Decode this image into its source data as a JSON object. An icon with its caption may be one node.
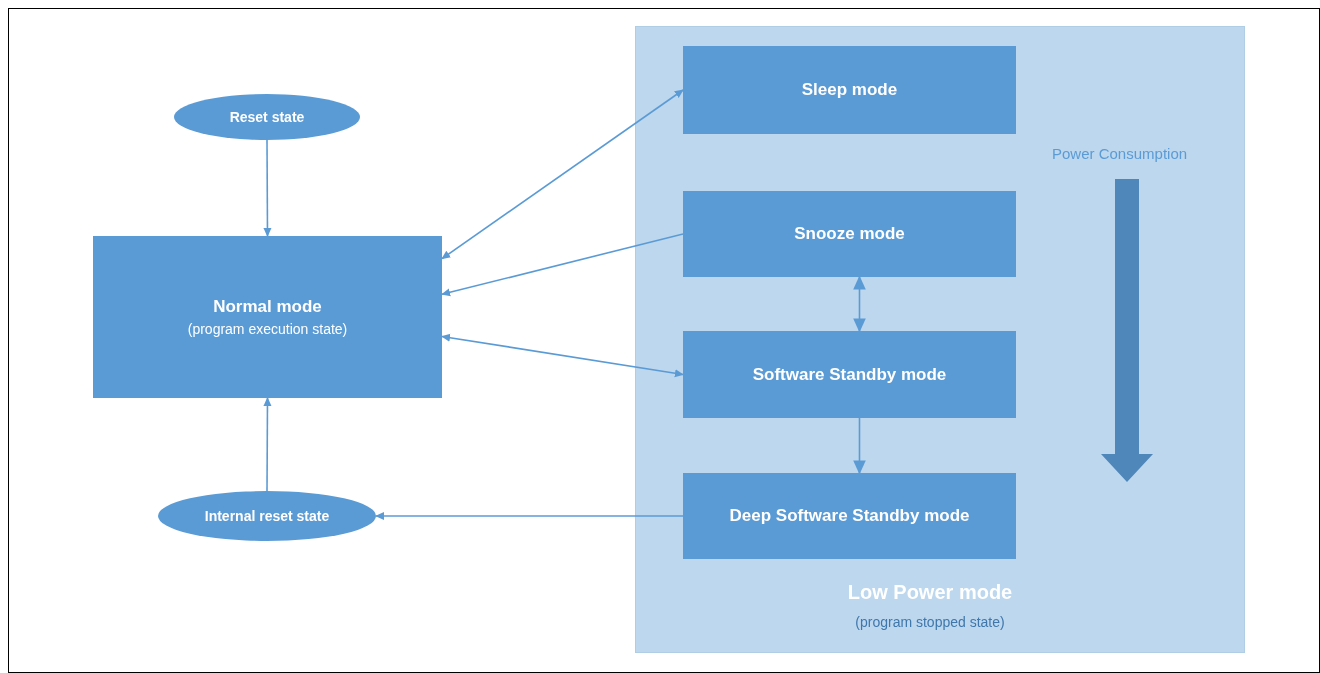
{
  "diagram": {
    "nodes": [
      {
        "text": [
          "Reset state"
        ]
      },
      {
        "text": [
          "Normal mode",
          "(program execution state)"
        ]
      },
      {
        "text": [
          "Internal reset state"
        ]
      },
      {
        "text": [
          "Low Power mode",
          "(program stopped state)"
        ]
      },
      {
        "text": [
          "Sleep mode"
        ],
        "in": 3
      },
      {
        "text": [
          "Snooze mode"
        ],
        "in": 3
      },
      {
        "text": [
          "Software Standby mode"
        ],
        "in": 3
      },
      {
        "text": [
          "Deep Software Standby mode"
        ],
        "in": 3
      }
    ],
    "edges": [
      {
        "from": 0,
        "to": 1,
        "arrow": "to"
      },
      {
        "from": 1,
        "to": 4,
        "arrow": "both"
      },
      {
        "from": 5,
        "to": 1,
        "arrow": "to"
      },
      {
        "from": 1,
        "to": 6,
        "arrow": "both"
      },
      {
        "from": 5,
        "to": 6,
        "arrow": "both"
      },
      {
        "from": 6,
        "to": 7,
        "arrow": "to"
      },
      {
        "from": 7,
        "to": 2,
        "arrow": "to"
      },
      {
        "from": 2,
        "to": 1,
        "arrow": "to"
      }
    ],
    "labels": [
      "Power Consumption"
    ]
  }
}
